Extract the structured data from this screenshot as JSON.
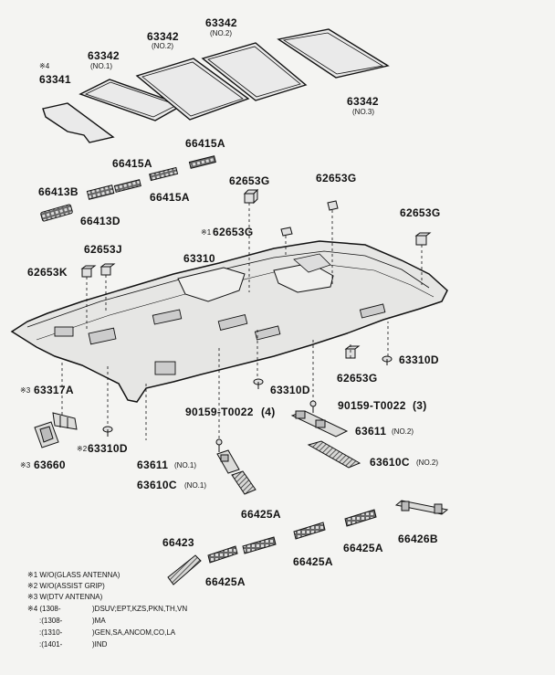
{
  "parts": {
    "p63342_no1": {
      "num": "63342",
      "sub": "(NO.1)"
    },
    "p63342_no2a": {
      "num": "63342",
      "sub": "(NO.2)"
    },
    "p63342_no2b": {
      "num": "63342",
      "sub": "(NO.2)"
    },
    "p63342_no3": {
      "num": "63342",
      "sub": "(NO.3)"
    },
    "p63341": {
      "mark": "※4",
      "num": "63341"
    },
    "p66415A_a": {
      "num": "66415A"
    },
    "p66415A_b": {
      "num": "66415A"
    },
    "p66415A_c": {
      "num": "66415A"
    },
    "p66413B": {
      "num": "66413B"
    },
    "p66413D": {
      "num": "66413D"
    },
    "p62653G_a": {
      "num": "62653G"
    },
    "p62653G_b": {
      "num": "62653G"
    },
    "p62653G_c": {
      "mark": "※1",
      "num": "62653G"
    },
    "p62653G_d": {
      "num": "62653G"
    },
    "p62653G_e": {
      "num": "62653G"
    },
    "p62653J": {
      "num": "62653J"
    },
    "p62653K": {
      "num": "62653K"
    },
    "p63310": {
      "num": "63310"
    },
    "p63310D_a": {
      "num": "63310D"
    },
    "p63310D_b": {
      "num": "63310D"
    },
    "p63310D_c": {
      "mark": "※2",
      "num": "63310D"
    },
    "p63317A": {
      "mark": "※3",
      "num": "63317A"
    },
    "p63660": {
      "mark": "※3",
      "num": "63660"
    },
    "p90159_a": {
      "num": "90159-T0022",
      "qty": "(4)"
    },
    "p90159_b": {
      "num": "90159-T0022",
      "qty": "(3)"
    },
    "p63611_no2": {
      "num": "63611",
      "sub": "(NO.2)"
    },
    "p63611_no1": {
      "num": "63611",
      "sub": "(NO.1)"
    },
    "p63610C_no2": {
      "num": "63610C",
      "sub": "(NO.2)"
    },
    "p63610C_no1": {
      "num": "63610C",
      "sub": "(NO.1)"
    },
    "p66425A_a": {
      "num": "66425A"
    },
    "p66425A_b": {
      "num": "66425A"
    },
    "p66425A_c": {
      "num": "66425A"
    },
    "p66425A_d": {
      "num": "66425A"
    },
    "p66423": {
      "num": "66423"
    },
    "p66426B": {
      "num": "66426B"
    }
  },
  "notes": [
    {
      "mark": "※1",
      "text": "W/O(GLASS ANTENNA)"
    },
    {
      "mark": "※2",
      "text": "W/O(ASSIST GRIP)"
    },
    {
      "mark": "※3",
      "text": "W(DTV ANTENNA)"
    },
    {
      "mark": "※4",
      "text": "(1308-",
      "tail": ")DSUV;EPT,KZS,PKN,TH,VN"
    },
    {
      "mark": "",
      "text": ":(1308-",
      "tail": ")MA"
    },
    {
      "mark": "",
      "text": ":(1310-",
      "tail": ")GEN,SA,ANCOM,CO,LA"
    },
    {
      "mark": "",
      "text": ":(1401-",
      "tail": ")IND"
    }
  ],
  "colors": {
    "line": "#111111",
    "background": "#f4f4f2",
    "part_fill": "#e8e8e6",
    "dark_fill": "#555555"
  }
}
